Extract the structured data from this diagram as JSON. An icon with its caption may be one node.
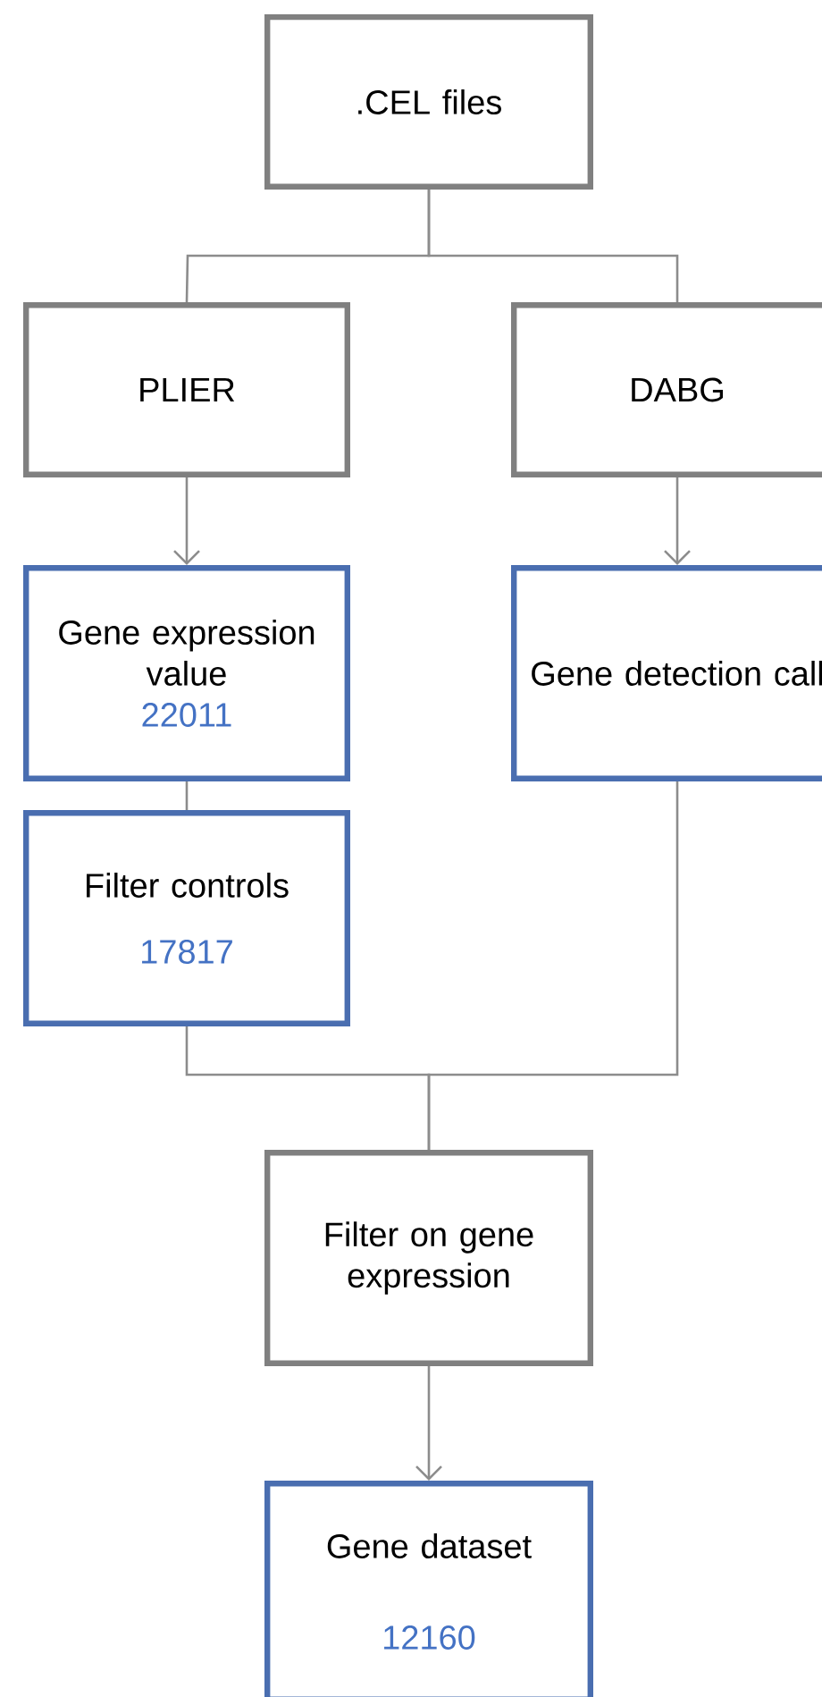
{
  "diagram": {
    "nodes": [
      {
        "text": [
          ".CEL files"
        ]
      },
      {
        "text": [
          "PLIER"
        ]
      },
      {
        "text": [
          "DABG"
        ]
      },
      {
        "text": [
          "Gene expression value",
          "22011"
        ]
      },
      {
        "text": [
          "Filter controls",
          "17817"
        ]
      },
      {
        "text": [
          "Gene detection call"
        ]
      },
      {
        "text": [
          "Filter on gene expression"
        ]
      },
      {
        "text": [
          "Gene dataset",
          "12160"
        ]
      }
    ],
    "edges": [
      {
        "from": 0,
        "to": 1,
        "arrow": "none"
      },
      {
        "from": 0,
        "to": 2,
        "arrow": "none"
      },
      {
        "from": 1,
        "to": 3,
        "arrow": "to"
      },
      {
        "from": 2,
        "to": 5,
        "arrow": "to"
      },
      {
        "from": 3,
        "to": 4,
        "arrow": "none"
      },
      {
        "from": 4,
        "to": 6,
        "arrow": "none"
      },
      {
        "from": 5,
        "to": 6,
        "arrow": "none"
      },
      {
        "from": 6,
        "to": 7,
        "arrow": "to"
      }
    ]
  }
}
